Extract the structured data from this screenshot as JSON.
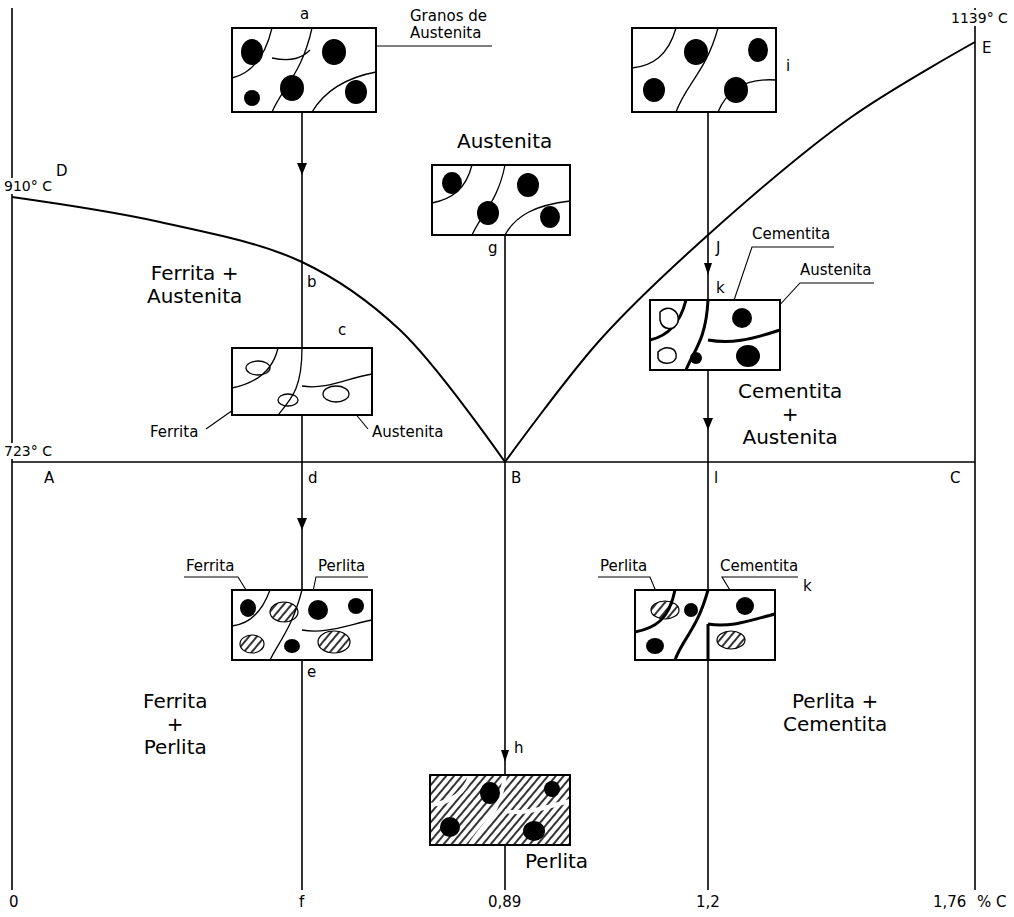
{
  "diagram": {
    "labels": [
      "a",
      "Granos de Austenita",
      "i",
      "1139° C",
      "E",
      "910° C",
      "D",
      "Austenita",
      "J",
      "Cementita",
      "k",
      "Austenita",
      "b",
      "Ferrita + Austenita",
      "c",
      "g",
      "Cementita + Austenita",
      "Ferrita",
      "Austenita",
      "723° C",
      "A",
      "B",
      "C",
      "d",
      "l",
      "Ferrita",
      "Perlita",
      "Perlita",
      "Cementita",
      "k",
      "e",
      "Ferrita + Perlita",
      "h",
      "Perlita",
      "Perlita + Cementita",
      "0",
      "f",
      "0,89",
      "1,2",
      "1,76",
      "% C"
    ]
  }
}
